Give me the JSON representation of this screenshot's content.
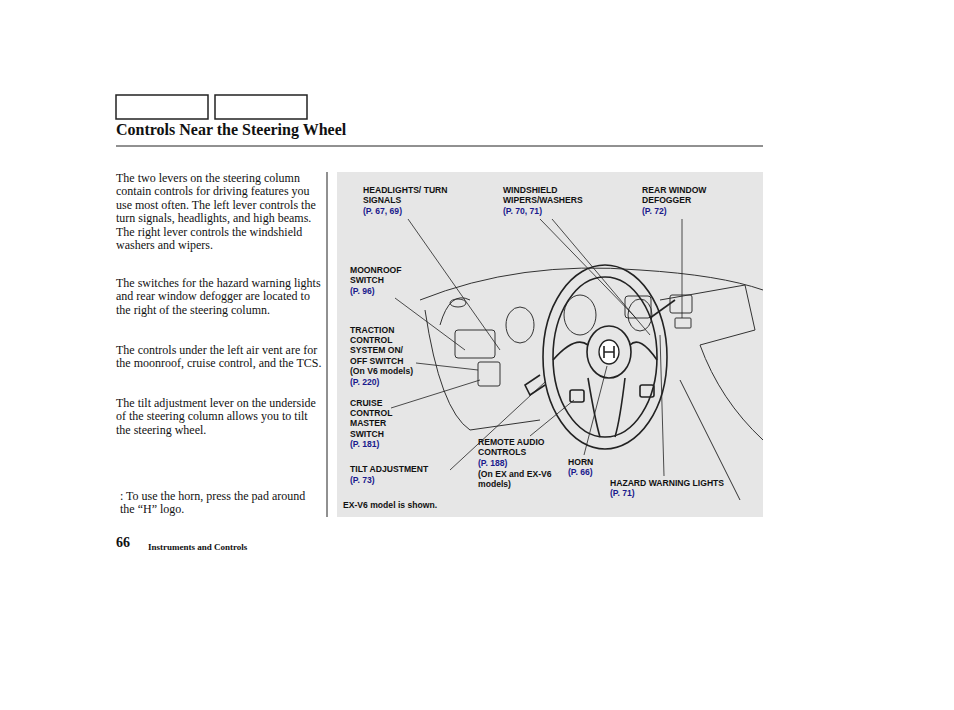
{
  "diagram": {
    "title": "Controls Near the Steering Wheel",
    "labels": [
      "The two levers on the steering column contain controls for driving features you use most often. The left lever controls the turn signals, headlights, and high beams. The right lever controls the windshield washers and wipers.",
      "The switches for the hazard warning lights and rear window defogger are located to the right of the steering column.",
      "The controls under the left air vent are for the moonroof, cruise control, and the TCS.",
      "The tilt adjustment lever on the underside of the steering column allows you to tilt the steering wheel.",
      ": To use the horn, press the pad around the “H” logo.",
      "66",
      "Instruments and Controls",
      "HEADLIGHTS/ TURN SIGNALS",
      "(P. 67, 69)",
      "WINDSHIELD WIPERS/WASHERS",
      "(P. 70, 71)",
      "REAR WINDOW DEFOGGER",
      "(P. 72)",
      "MOONROOF SWITCH",
      "(P. 96)",
      "TRACTION CONTROL SYSTEM ON/ OFF SWITCH",
      "(On V6 models)",
      "(P. 220)",
      "CRUISE CONTROL MASTER SWITCH",
      "(P. 181)",
      "TILT ADJUSTMENT",
      "(P. 73)",
      "REMOTE AUDIO CONTROLS",
      "(P. 188)",
      "(On EX and EX-V6 models)",
      "HORN",
      "(P. 66)",
      "HAZARD WARNING LIGHTS",
      "(P. 71)",
      "EX-V6 model is shown."
    ]
  }
}
